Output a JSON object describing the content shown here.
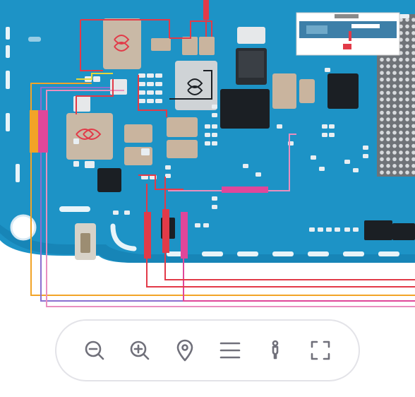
{
  "colors": {
    "board": "#1d93c6",
    "board_dark": "#137aab",
    "chip": "#1b1f24",
    "inductor": "#c9b9a6",
    "trace_red": "#e23a48",
    "trace_magenta": "#e0479a",
    "trace_orange": "#f2a427",
    "trace_yellow": "#e6d63a",
    "trace_purple": "#8a6fd0",
    "trace_pink": "#e98fbf",
    "icon": "#70707a",
    "toolbar_border": "#e3e3e8"
  },
  "toolbar": {
    "buttons": [
      {
        "name": "zoom-out",
        "icon": "zoom-out-icon"
      },
      {
        "name": "zoom-in",
        "icon": "zoom-in-icon"
      },
      {
        "name": "location",
        "icon": "location-pin-icon"
      },
      {
        "name": "menu",
        "icon": "menu-icon"
      },
      {
        "name": "probe",
        "icon": "probe-icon"
      },
      {
        "name": "fullscreen",
        "icon": "fullscreen-icon"
      }
    ]
  }
}
